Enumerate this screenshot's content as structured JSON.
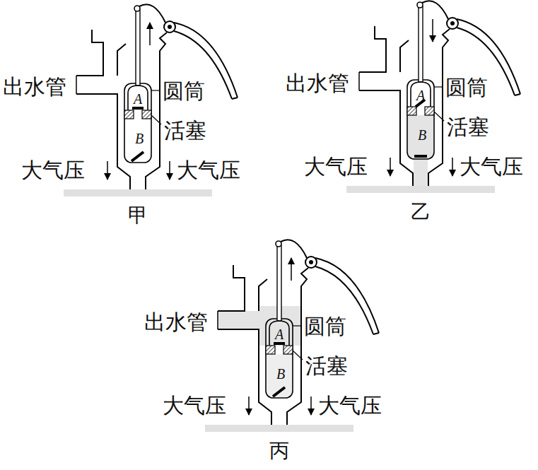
{
  "diagram": {
    "labels": [
      "出水管",
      "A",
      "圆筒",
      "活塞",
      "B",
      "大气压",
      "大气压",
      "甲",
      "出水管",
      "A",
      "圆筒",
      "活塞",
      "B",
      "大气压",
      "大气压",
      "乙",
      "出水管",
      "A",
      "圆筒",
      "活塞",
      "B",
      "大气压",
      "大气压",
      "丙"
    ]
  }
}
